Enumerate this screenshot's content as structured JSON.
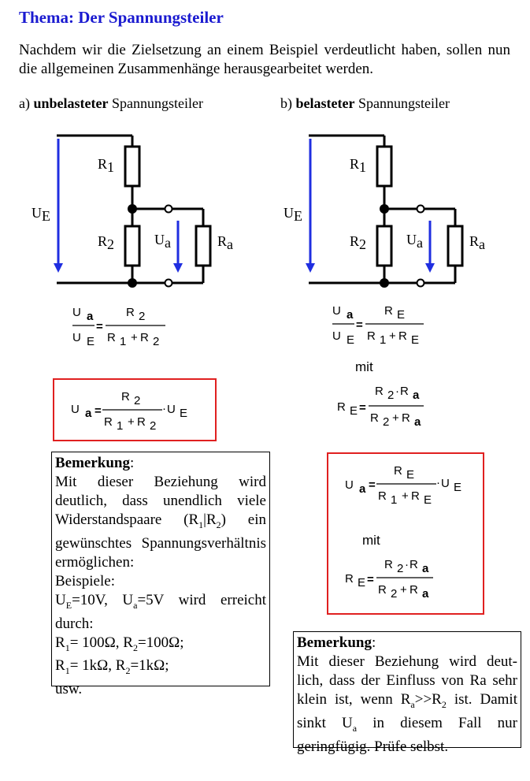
{
  "title": "Thema: Der Spannungsteiler",
  "intro": "Nachdem wir die Zielsetzung an einem Beispiel verdeutlicht haben, sollen nun die allgemeinen Zusammenhänge herausgearbeitet werden.",
  "section_a": {
    "prefix": "a) ",
    "bold": "unbelasteter",
    "rest": " Spannungsteiler"
  },
  "section_b": {
    "prefix": "b) ",
    "bold": "belasteter",
    "rest": " Spannungsteiler"
  },
  "circuit": {
    "r1": "R",
    "r1_sub": "1",
    "r2": "R",
    "r2_sub": "2",
    "ra": "R",
    "ra_sub": "a",
    "ue": "U",
    "ue_sub": "E",
    "ua": "U",
    "ua_sub": "a"
  },
  "mit_label": "mit",
  "colors": {
    "title": "#1a1ad0",
    "arrow": "#1f2ee0",
    "box": "#e02020"
  },
  "note_a": {
    "heading": "Bemerkung",
    "lines": [
      "Mit dieser Beziehung wird deutlich, dass unendlich viele Widerstandspaare (R",
      "1",
      "|R",
      "2",
      ") ein gewünschtes Spannungsverhältnis ermöglichen:"
    ],
    "beispiele": "Beispiele:",
    "ex1_a": "U",
    "ex1_a_sub": "E",
    "ex1_b": "=10V, U",
    "ex1_b_sub": "a",
    "ex1_c": "=5V wird erreicht durch:",
    "ex2_a": "R",
    "ex2_a_sub": "1",
    "ex2_b": "= 100Ω, R",
    "ex2_b_sub": "2",
    "ex2_c": "=100Ω;",
    "ex3_a": "R",
    "ex3_a_sub": "1",
    "ex3_b": "= 1kΩ, R",
    "ex3_b_sub": "2",
    "ex3_c": "=1kΩ;",
    "usw": "usw."
  },
  "note_b": {
    "heading": "Bemerkung",
    "t1": "Mit dieser Beziehung wird deut-lich, dass der Einfluss von Ra sehr klein ist, wenn R",
    "t1_sub": "a",
    "t2": ">>R",
    "t2_sub": "2",
    "t3": " ist. Damit sinkt U",
    "t3_sub": "a",
    "t4": " in diesem Fall nur geringfügig. Prüfe selbst."
  }
}
